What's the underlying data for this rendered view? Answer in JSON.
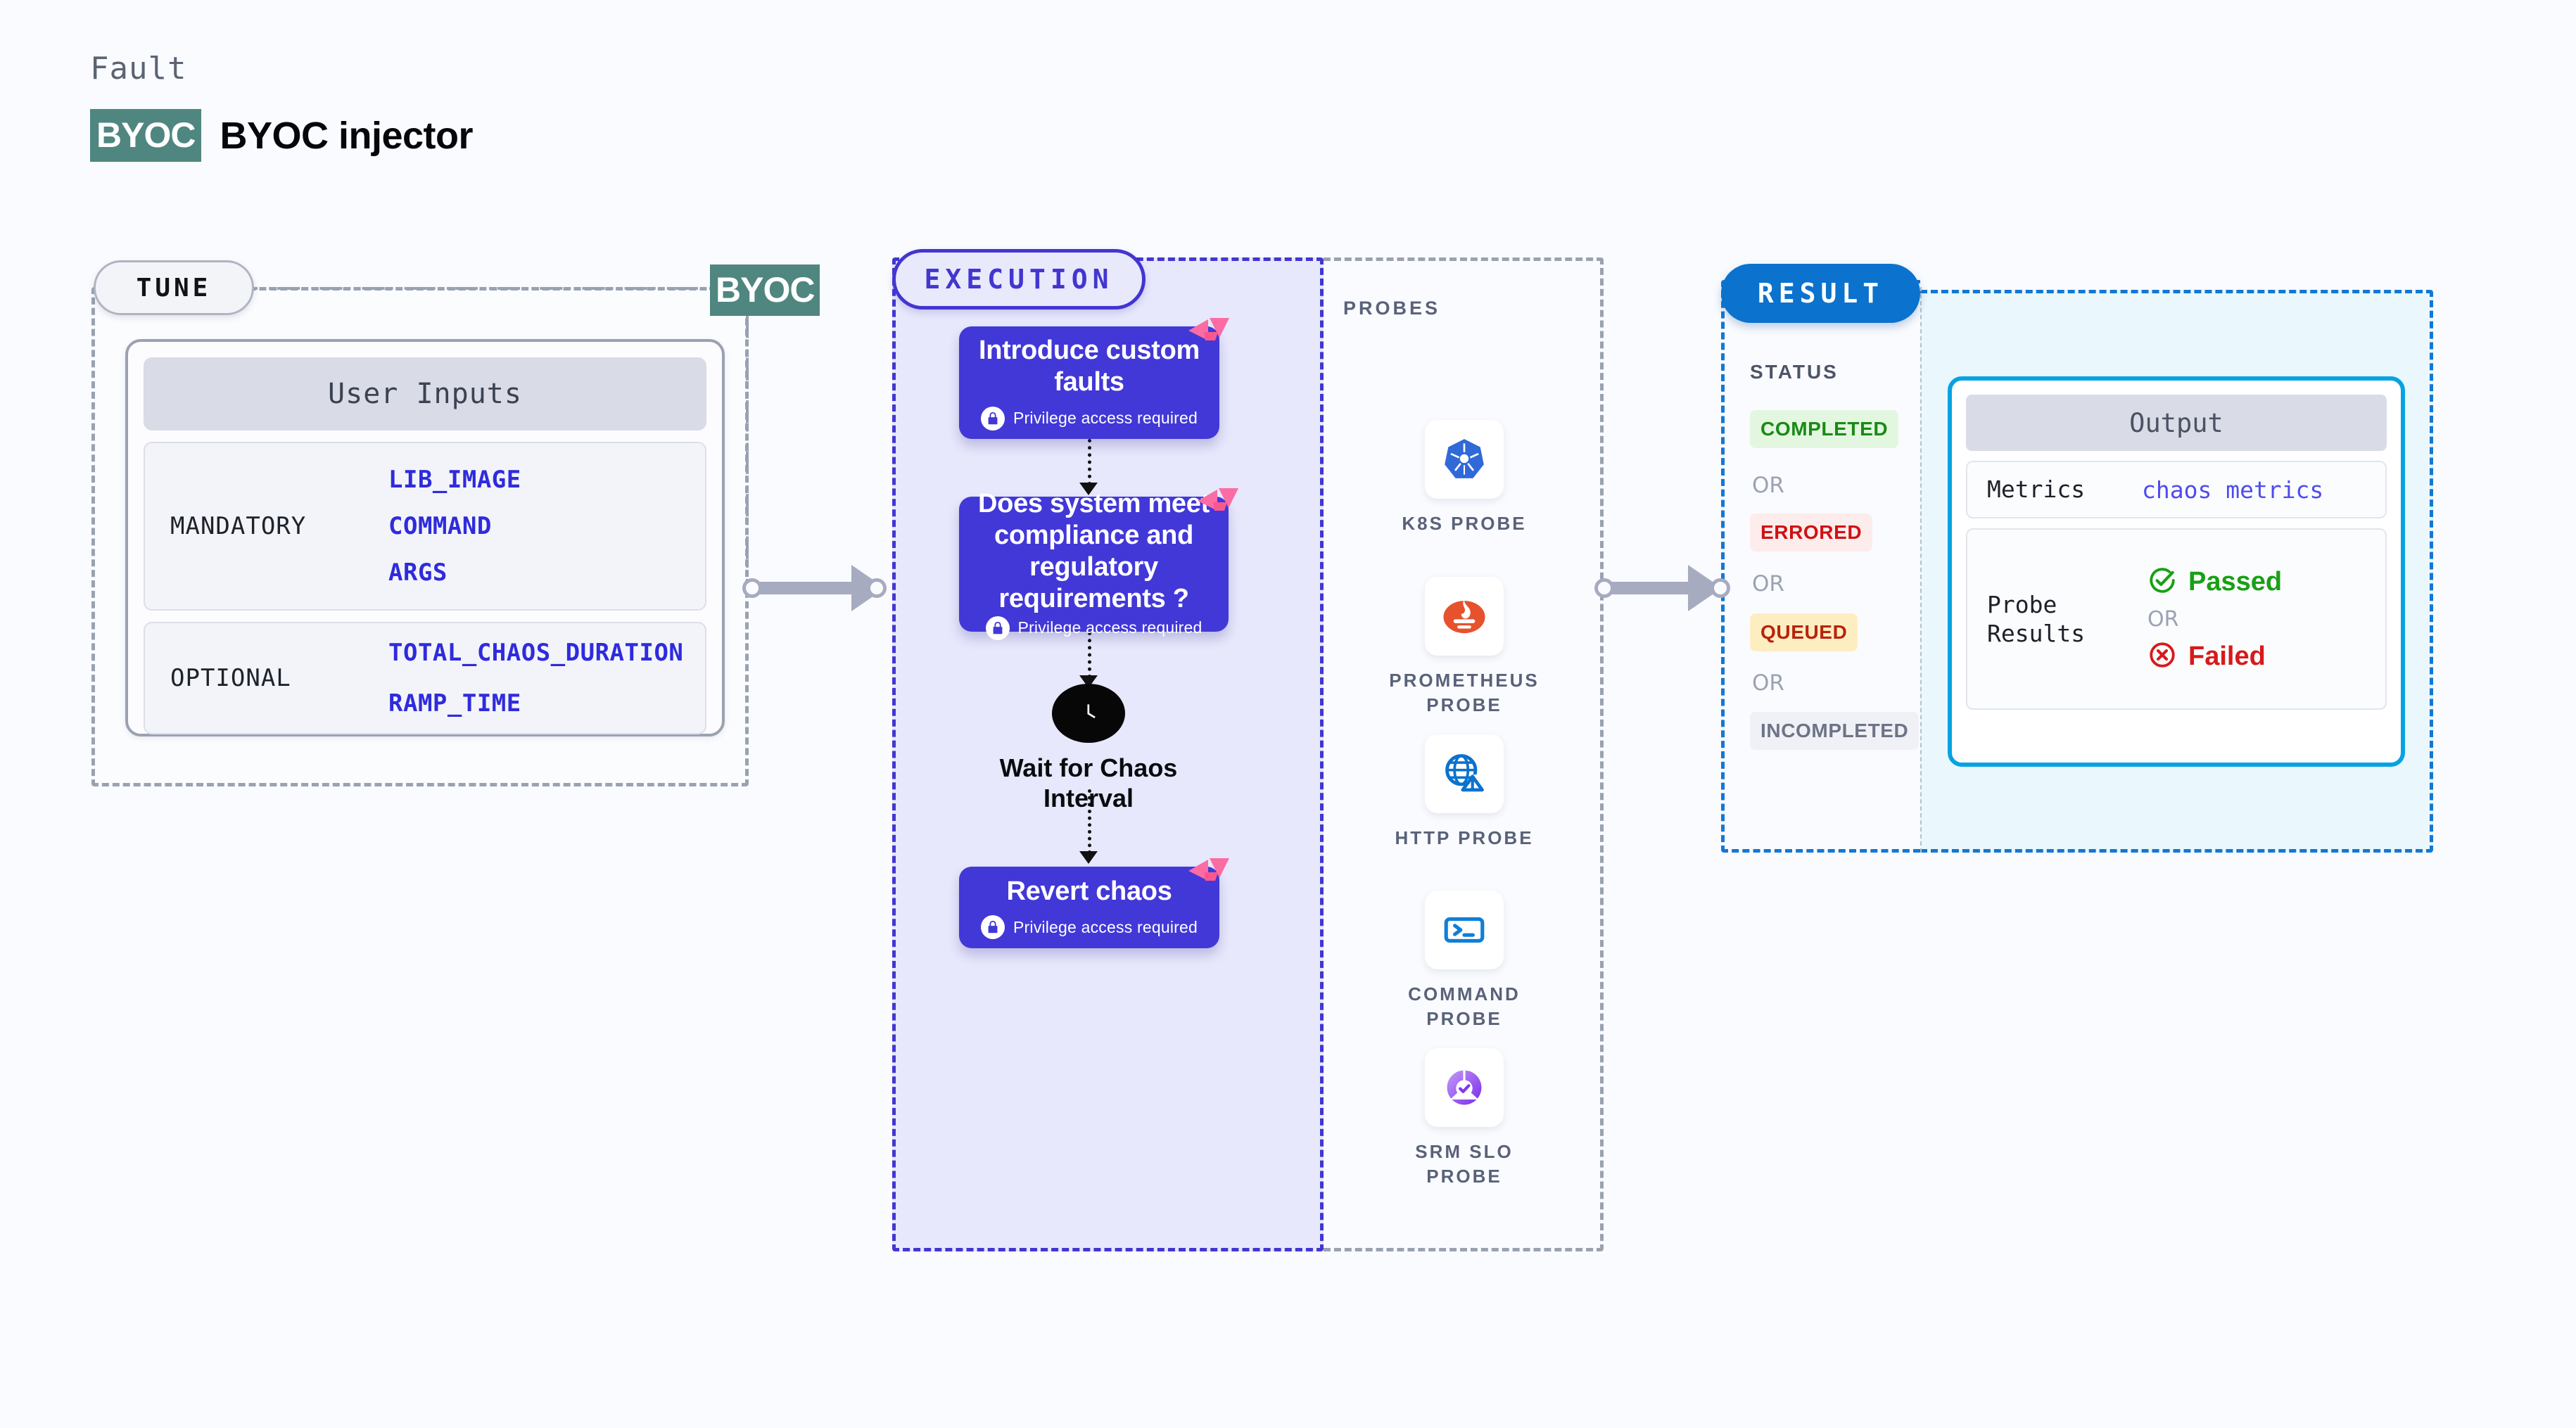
{
  "header": {
    "eyebrow": "Fault",
    "badge": "BYOC",
    "title": "BYOC injector"
  },
  "tune": {
    "pill_label": "TUNE",
    "connector_badge": "BYOC",
    "card_title": "User Inputs",
    "sections": [
      {
        "key": "MANDATORY",
        "values": [
          "LIB_IMAGE",
          "COMMAND",
          "ARGS"
        ]
      },
      {
        "key": "OPTIONAL",
        "values": [
          "TOTAL_CHAOS_DURATION",
          "RAMP_TIME"
        ]
      }
    ]
  },
  "execution": {
    "pill_label": "EXECUTION",
    "privilege_note": "Privilege access required",
    "nodes": [
      {
        "title": "Introduce custom faults",
        "privileged": true
      },
      {
        "title": "Does system meet compliance and regulatory requirements ?",
        "privileged": true
      },
      {
        "title": "Revert chaos",
        "privileged": true
      }
    ],
    "wait_node": {
      "label": "Wait for Chaos Interval",
      "icon": "clock-icon"
    }
  },
  "probes": {
    "title": "PROBES",
    "items": [
      {
        "label": "K8S PROBE",
        "icon": "kubernetes-icon"
      },
      {
        "label": "PROMETHEUS PROBE",
        "icon": "prometheus-icon"
      },
      {
        "label": "HTTP PROBE",
        "icon": "http-globe-icon"
      },
      {
        "label": "COMMAND PROBE",
        "icon": "terminal-icon"
      },
      {
        "label": "SRM SLO PROBE",
        "icon": "srm-slo-icon"
      }
    ]
  },
  "result": {
    "pill_label": "RESULT",
    "status_title": "STATUS",
    "or_label": "OR",
    "statuses": [
      {
        "label": "COMPLETED",
        "bg": "#e3f7e0",
        "fg": "#1a8a16"
      },
      {
        "label": "ERRORED",
        "bg": "#fdecec",
        "fg": "#cf1111"
      },
      {
        "label": "QUEUED",
        "bg": "#fdeec2",
        "fg": "#b9230b"
      },
      {
        "label": "INCOMPLETED",
        "bg": "#f0f1f6",
        "fg": "#6d7486"
      }
    ],
    "output": {
      "title": "Output",
      "metrics_key": "Metrics",
      "metrics_value": "chaos metrics",
      "probe_results_key": "Probe Results",
      "passed_label": "Passed",
      "failed_label": "Failed",
      "or_label": "OR"
    }
  },
  "colors": {
    "accent_purple": "#4238d8",
    "accent_blue": "#0b72cd",
    "accent_cyan": "#06a3e2",
    "byoc_teal": "#4f8680",
    "glyph_pink": "#fb6ba4",
    "page_bg": "#f9fbfe"
  }
}
